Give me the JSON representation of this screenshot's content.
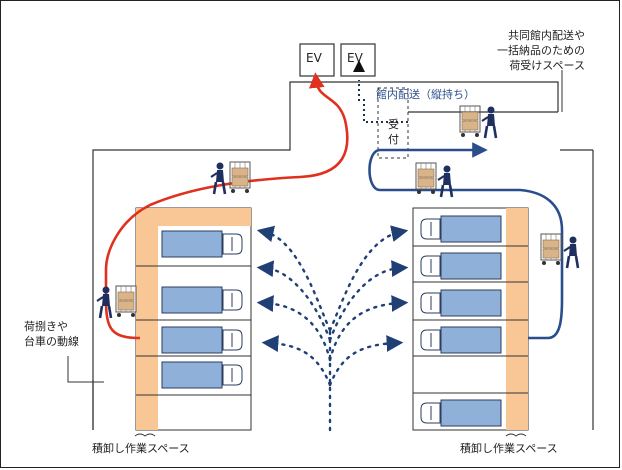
{
  "elevators": [
    {
      "label": "EV"
    },
    {
      "label": "EV"
    }
  ],
  "labels": {
    "shared_receiving": [
      "共同館内配送や",
      "一括納品のための",
      "荷受けスペース"
    ],
    "inbuilding_delivery": "館内配送（縦持ち）",
    "reception": [
      "受",
      "付"
    ],
    "cart_flow": [
      "荷捌きや",
      "台車の動線"
    ],
    "loading_left": "積卸し作業スペース",
    "loading_right": "積卸し作業スペース"
  },
  "colors": {
    "red_route": "#e0301e",
    "blue_route": "#2a4e8c",
    "truck_fill": "#8fb0d8",
    "loading_area": "#f9c795",
    "dotted_arrows": "#1f3f75",
    "person": "#1f2f5f",
    "parcel": "#d9b48a"
  },
  "icons": [
    "person-pushing-cart-icon",
    "truck-icon",
    "up-arrow-icon",
    "right-arrow-icon"
  ]
}
